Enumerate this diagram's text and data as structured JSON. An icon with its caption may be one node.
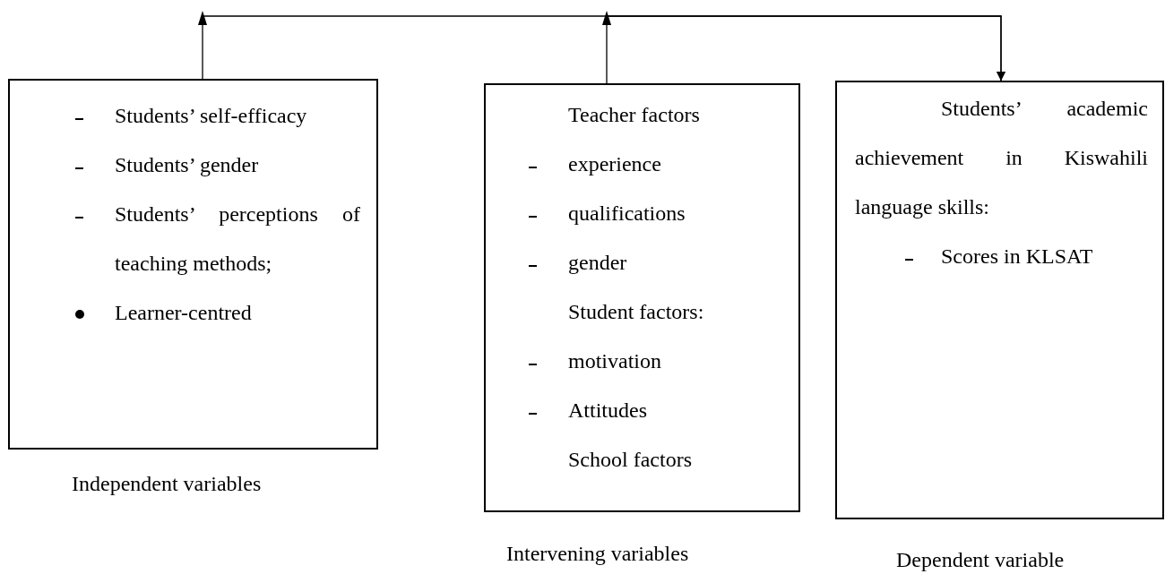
{
  "diagram": {
    "nodes": [
      {
        "text": [
          "Students’ self-efficacy",
          "Students’ gender",
          "Students’ perceptions of teaching methods;",
          "Learner-centred"
        ],
        "beside": [
          "Independent variables"
        ]
      },
      {
        "text": [
          "Teacher factors",
          "experience",
          "qualifications",
          "gender",
          "Student factors:",
          "motivation",
          "Attitudes",
          "School factors"
        ],
        "beside": [
          "Intervening variables"
        ]
      },
      {
        "text": [
          "Students’ academic achievement in Kiswahili language skills:",
          "Scores in KLSAT"
        ],
        "beside": [
          "Dependent variable"
        ]
      }
    ],
    "edges": [
      {
        "from": 0,
        "to": 2,
        "arrow": "to"
      },
      {
        "from": 1,
        "to": 2,
        "arrow": "to"
      }
    ]
  }
}
